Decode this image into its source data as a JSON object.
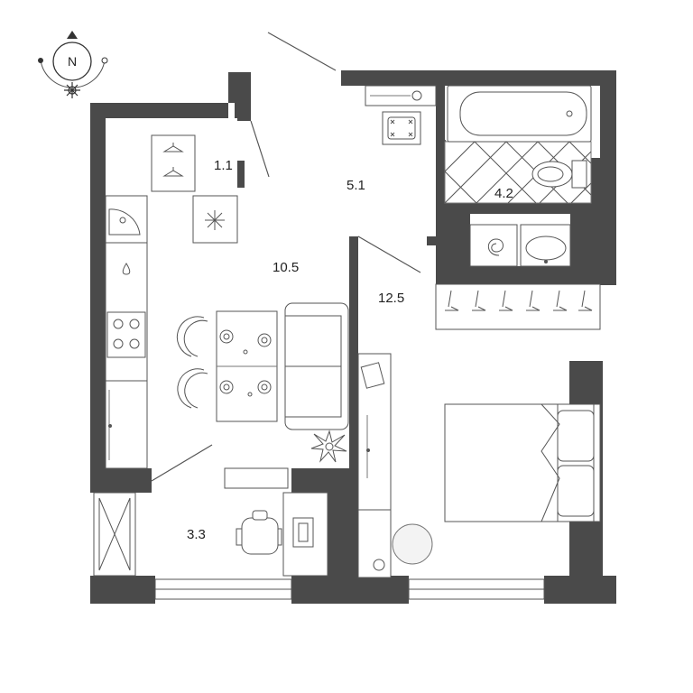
{
  "compass": {
    "letter": "N"
  },
  "rooms": [
    {
      "id": "wardrobe",
      "area": "1.1"
    },
    {
      "id": "hall",
      "area": "5.1"
    },
    {
      "id": "bathroom",
      "area": "4.2"
    },
    {
      "id": "kitchen",
      "area": "10.5"
    },
    {
      "id": "bedroom",
      "area": "12.5"
    },
    {
      "id": "balcony",
      "area": "3.3"
    }
  ],
  "colors": {
    "wall": "#4a4a4a",
    "line": "#555555",
    "background": "#ffffff"
  }
}
